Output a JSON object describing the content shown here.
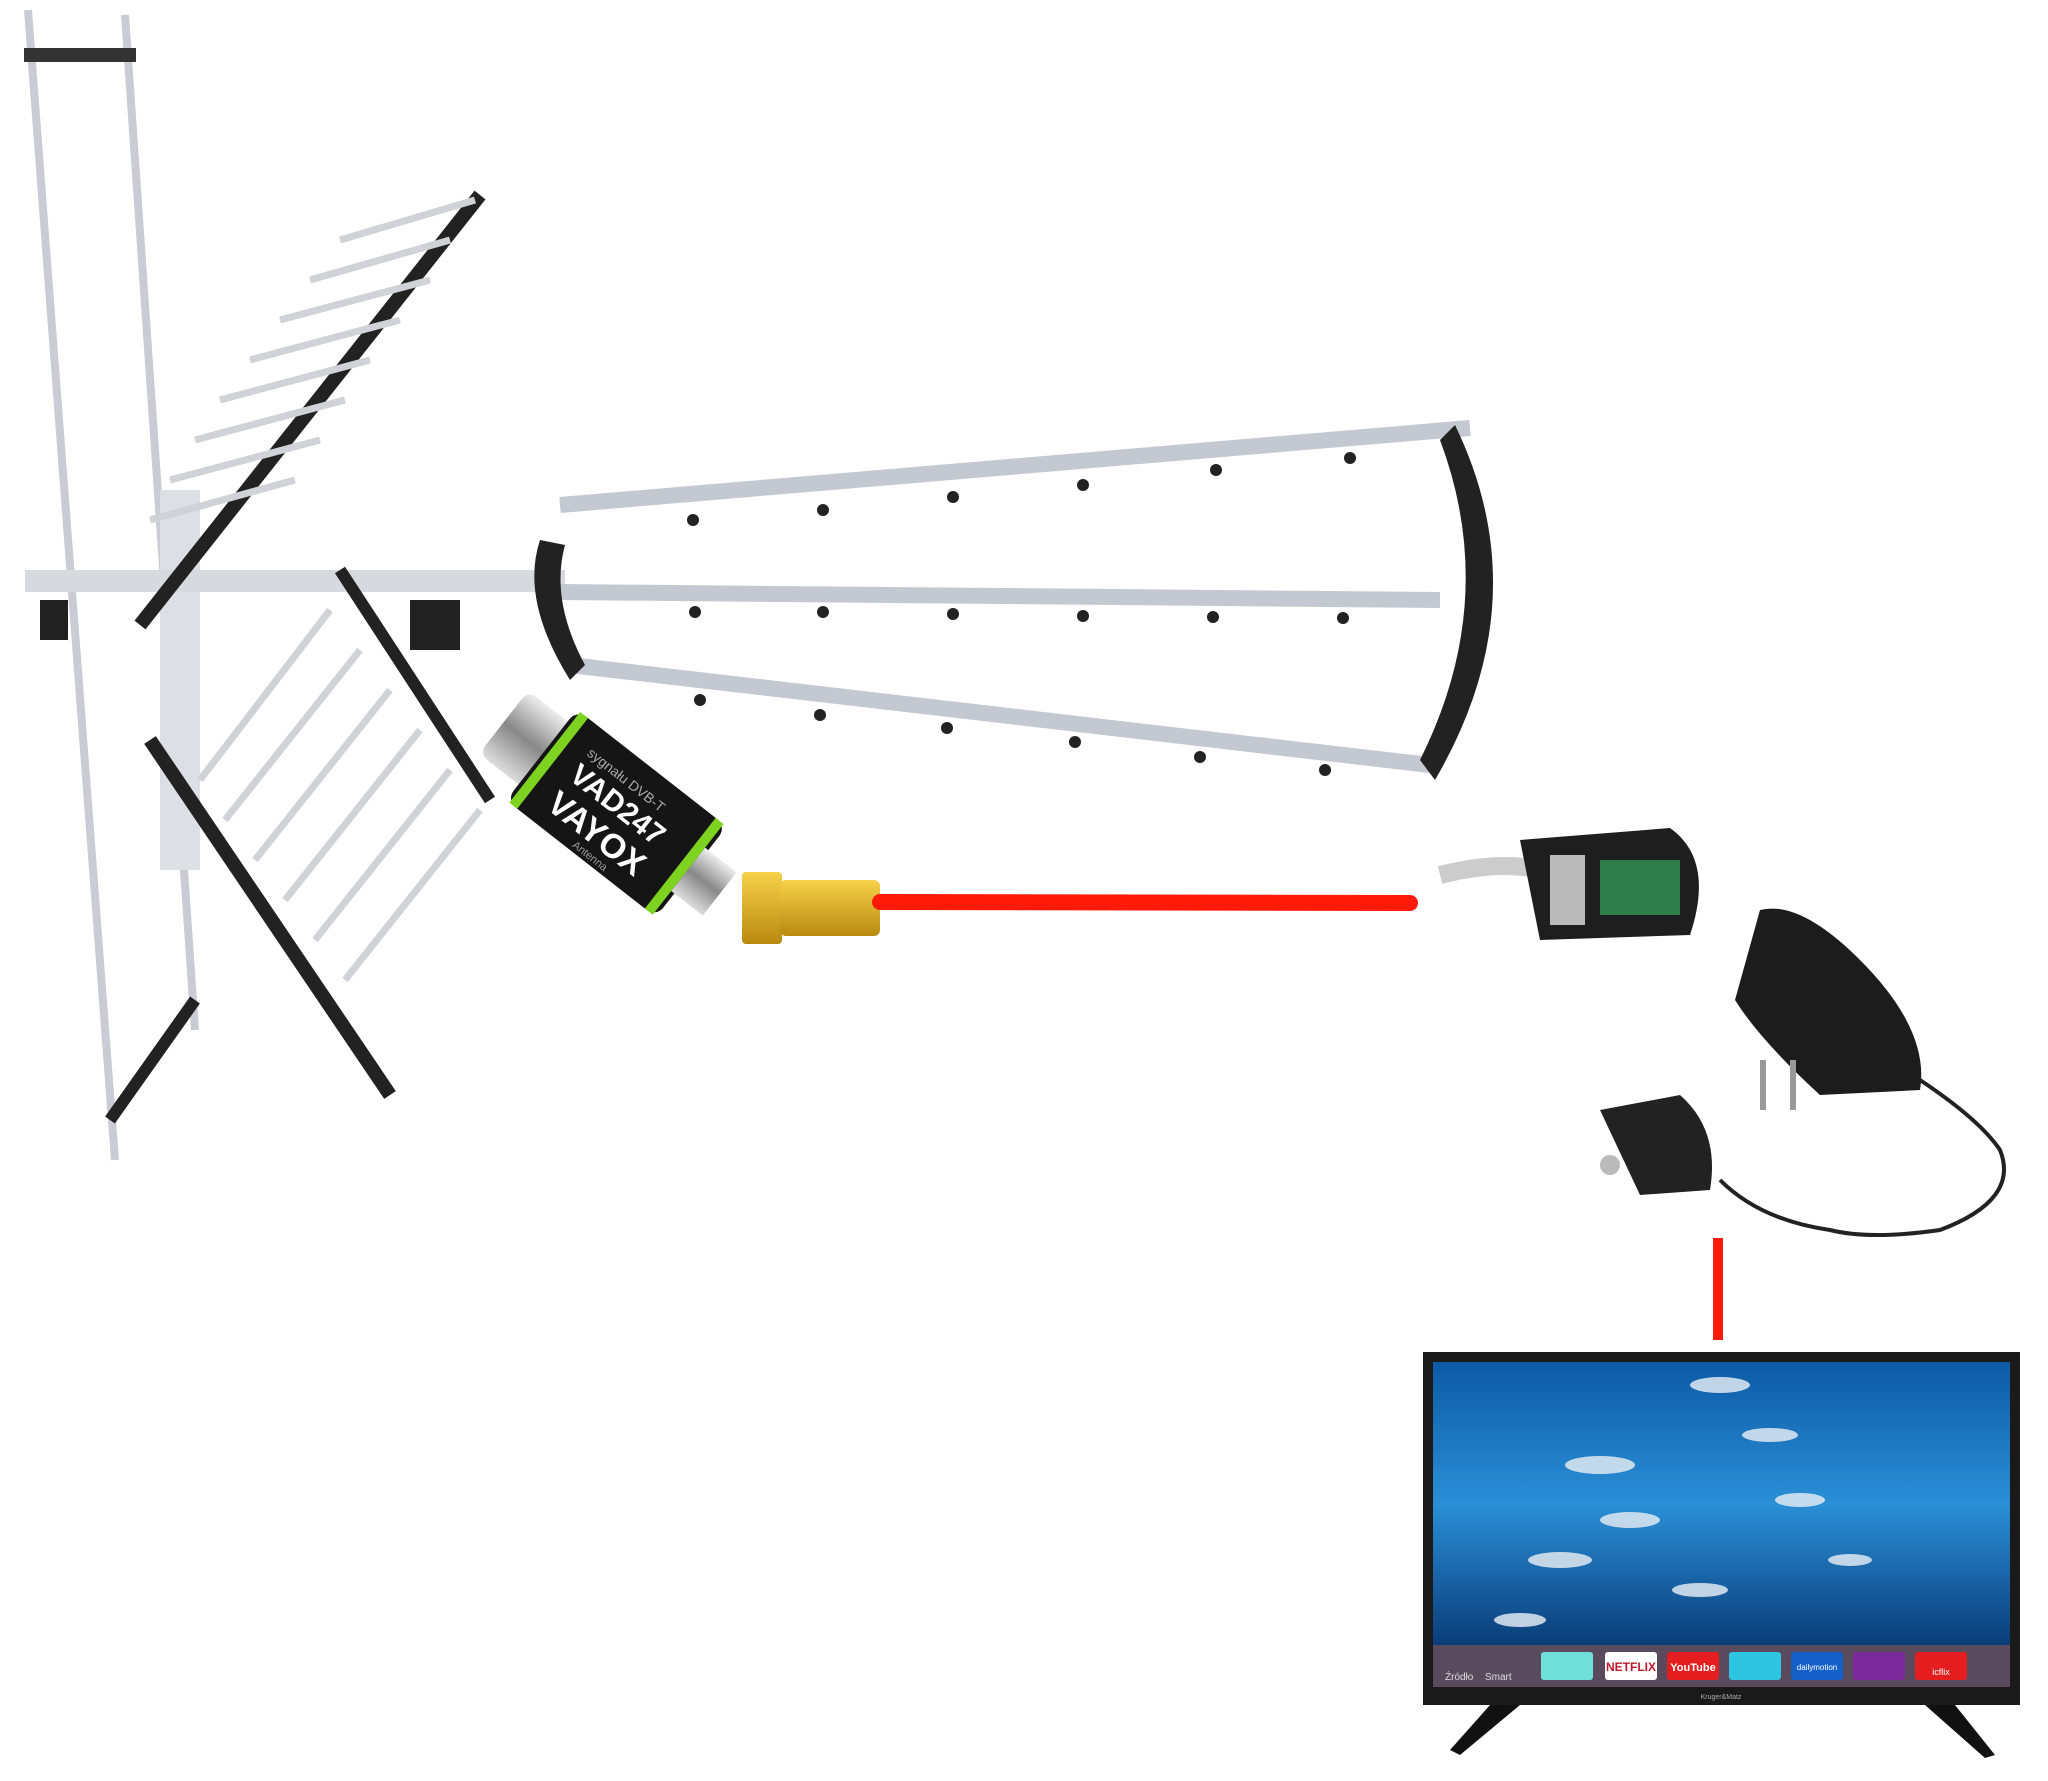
{
  "amplifier": {
    "model": "VAD247",
    "brand": "VAYOX",
    "subtitle": "sygnału DVB-T",
    "port_label": "Antenna"
  },
  "tv": {
    "brand": "Kruger&Matz",
    "menu": {
      "source_label": "Źródło",
      "smart_label": "Smart",
      "apps": [
        "NETFLIX",
        "YouTube",
        "dailymotion",
        "icflix"
      ]
    }
  },
  "colors": {
    "connection_line": "#ff1a0a",
    "amplifier_ring": "#7ed321",
    "screen": "#1a6fb8"
  }
}
